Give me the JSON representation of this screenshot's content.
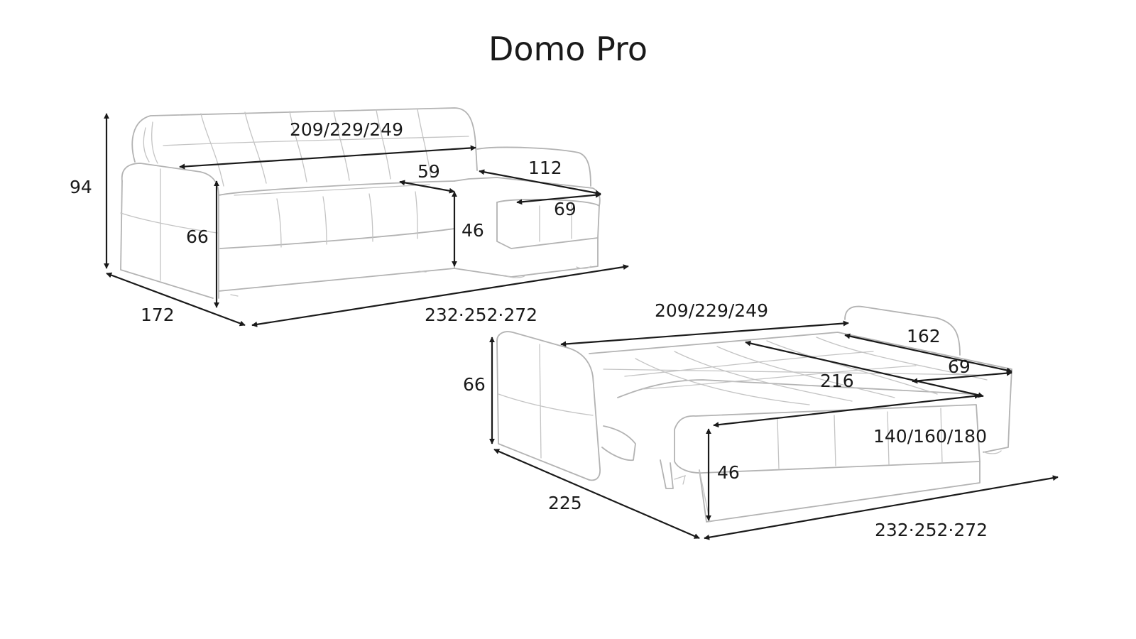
{
  "title": "Domo Pro",
  "sofa": {
    "back_width": "209/229/249",
    "total_height": "94",
    "chaise_length": "112",
    "seat_depth": "59",
    "chaise_width": "69",
    "armrest_height": "66",
    "seat_height": "46",
    "depth": "172",
    "total_width": "232·252·272"
  },
  "bed": {
    "back_width": "209/229/249",
    "chaise_length": "162",
    "chaise_width": "69",
    "sleeping_length": "216",
    "armrest_height": "66",
    "sleeping_width": "140/160/180",
    "seat_height": "46",
    "depth": "225",
    "total_width": "232·252·272"
  }
}
